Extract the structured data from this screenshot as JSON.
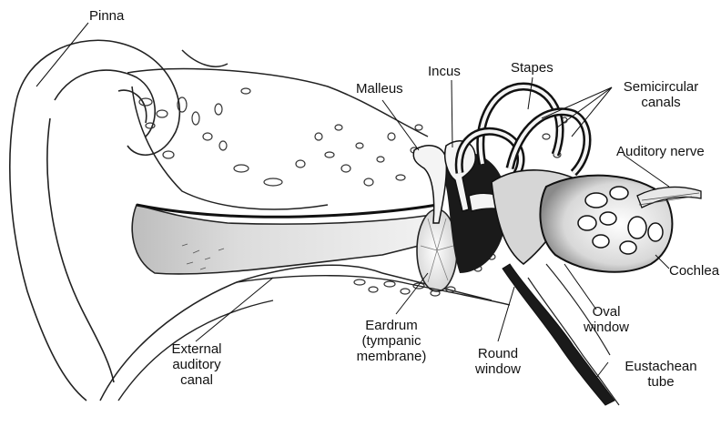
{
  "labels": {
    "pinna": "Pinna",
    "malleus": "Malleus",
    "incus": "Incus",
    "stapes": "Stapes",
    "semicircular_1": "Semicircular",
    "semicircular_2": "canals",
    "auditory_nerve": "Auditory nerve",
    "cochlea": "Cochlea",
    "oval_1": "Oval",
    "oval_2": "window",
    "eardrum_1": "Eardrum",
    "eardrum_2": "(tympanic",
    "eardrum_3": "membrane)",
    "round_1": "Round",
    "round_2": "window",
    "external_1": "External",
    "external_2": "auditory",
    "external_3": "canal",
    "eustachian_1": "Eustachean",
    "eustachian_2": "tube"
  }
}
